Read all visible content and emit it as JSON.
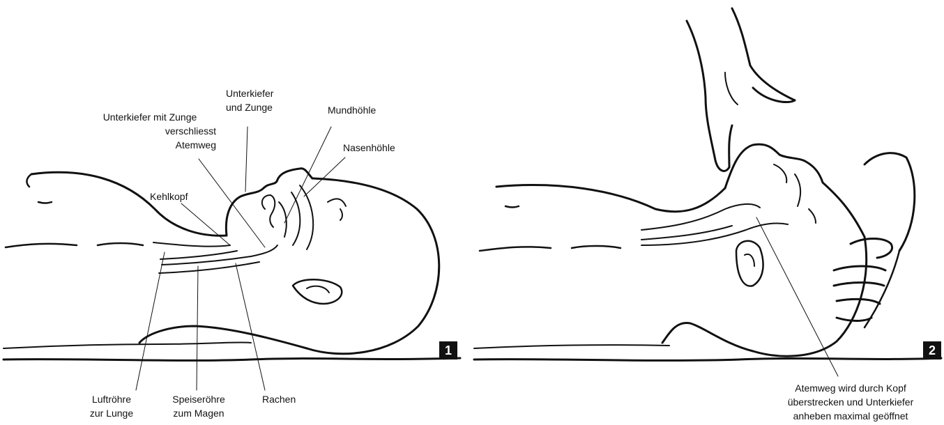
{
  "panel1": {
    "badge": "1",
    "labels": {
      "jaw_tongue_closes": [
        "Unterkiefer mit Zunge",
        "verschliesst",
        "Atemweg"
      ],
      "jaw_and_tongue": [
        "Unterkiefer",
        "und Zunge"
      ],
      "oral_cavity": "Mundhöhle",
      "nasal_cavity": "Nasenhöhle",
      "larynx": "Kehlkopf",
      "trachea": [
        "Luftröhre",
        "zur Lunge"
      ],
      "esophagus": [
        "Speiseröhre",
        "zum Magen"
      ],
      "pharynx": "Rachen"
    }
  },
  "panel2": {
    "badge": "2",
    "caption": [
      "Atemweg wird durch Kopf",
      "überstrecken und Unterkiefer",
      "anheben maximal geöffnet"
    ]
  },
  "colors": {
    "ink": "#111111",
    "background": "#ffffff"
  }
}
